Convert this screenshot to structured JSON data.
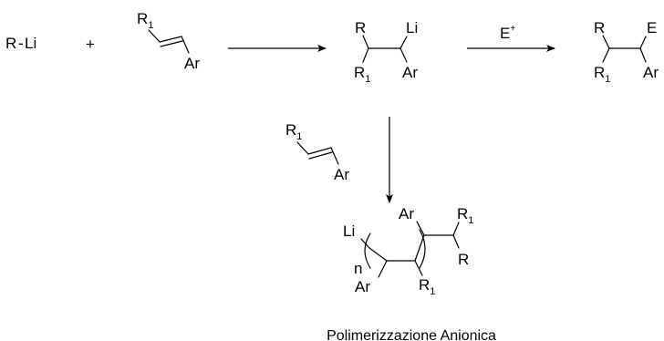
{
  "colors": {
    "black": "#000000",
    "blue": "#1a1aff",
    "red": "#e00000",
    "magenta": "#e600e6"
  },
  "reagent": {
    "r": "R",
    "dash": "-",
    "li": "Li"
  },
  "plus": "+",
  "alkene": {
    "r1": "R",
    "r1_sub": "1",
    "ar": "Ar"
  },
  "adduct": {
    "r": "R",
    "li": "Li",
    "r1": "R",
    "r1_sub": "1",
    "ar": "Ar"
  },
  "electrophile": {
    "e": "E",
    "e_sup": "+"
  },
  "product": {
    "r": "R",
    "e": "E",
    "r1": "R",
    "r1_sub": "1",
    "ar": "Ar"
  },
  "monomer": {
    "r1": "R",
    "r1_sub": "1",
    "ar": "Ar"
  },
  "polymer": {
    "li": "Li",
    "n": "n",
    "ar_bottom": "Ar",
    "ar_top": "Ar",
    "r1_bottom": "R",
    "r1_bottom_sub": "1",
    "r1_top": "R",
    "r1_top_sub": "1",
    "r_end": "R"
  },
  "caption": "Polimerizzazione Anionica"
}
